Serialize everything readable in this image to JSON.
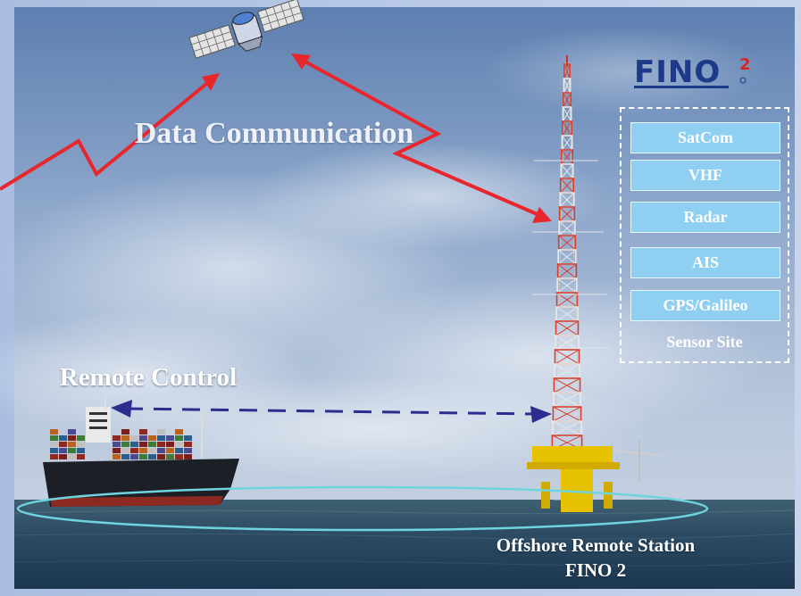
{
  "labels": {
    "data_communication": "Data Communication",
    "remote_control": "Remote Control",
    "offshore_station": "Offshore Remote Station FINO 2"
  },
  "logo": {
    "text": "FINO",
    "superscript": "2"
  },
  "sensor_site": {
    "title": "Sensor Site",
    "items": [
      "SatCom",
      "VHF",
      "Radar",
      "AIS",
      "GPS/Galileo"
    ]
  },
  "colors": {
    "link_arrow": "#e8262b",
    "remote_arrow": "#2b2d8f",
    "sensor_box": "#8fd0f2",
    "ring": "#6fd3e0",
    "logo_blue": "#1d3a8a",
    "logo_red": "#d82424"
  },
  "icons": [
    "satellite-icon",
    "cargo-ship-image",
    "offshore-tower-image"
  ]
}
